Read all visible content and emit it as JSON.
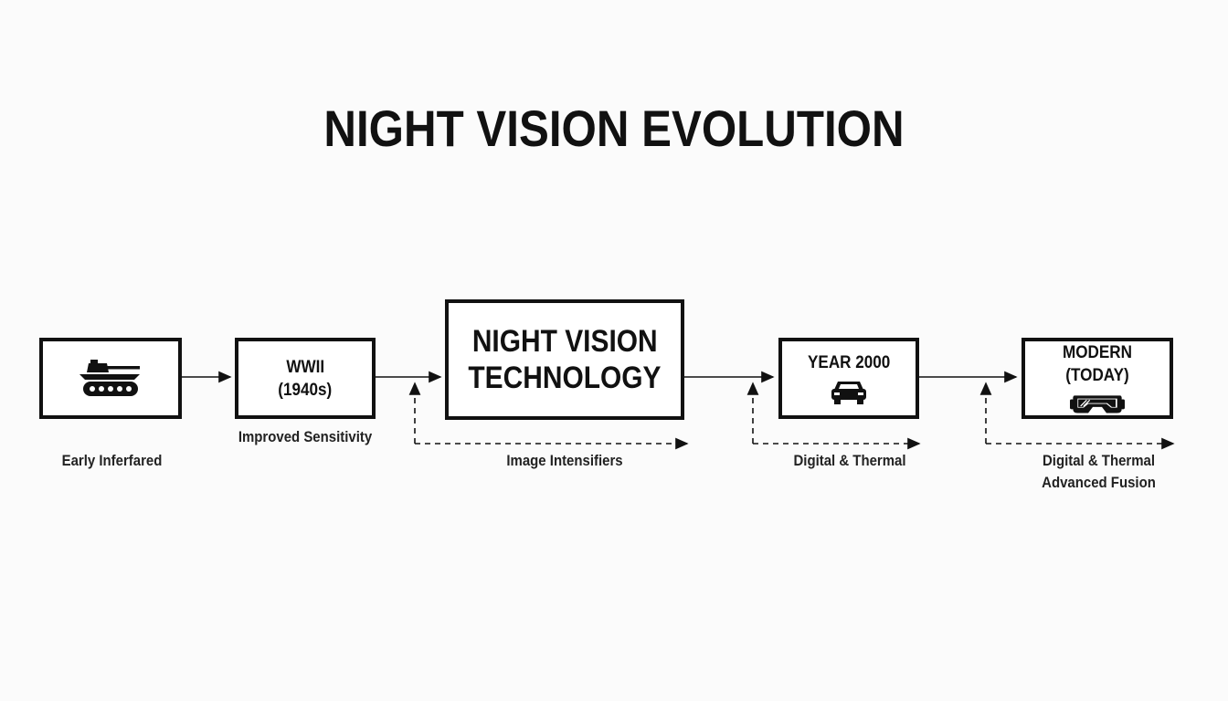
{
  "title": "NIGHT VISION EVOLUTION",
  "nodes": [
    {
      "id": "early",
      "icon": "tank-icon",
      "label": "Early Inferfared"
    },
    {
      "id": "wwii",
      "line1": "WWII",
      "line2": "(1940s)",
      "label": "Improved Sensitivity"
    },
    {
      "id": "center",
      "line1": "NIGHT VISION",
      "line2": "TECHNOLOGY",
      "label": "Image Intensifiers"
    },
    {
      "id": "y2000",
      "line1": "YEAR 2000",
      "icon": "car-icon",
      "label": "Digital & Thermal"
    },
    {
      "id": "modern",
      "line1": "MODERN (TODAY)",
      "icon": "goggles-icon",
      "label_line1": "Digital & Thermal",
      "label_line2": "Advanced Fusion"
    }
  ],
  "colors": {
    "stroke": "#111111",
    "background": "#fbfbfb"
  }
}
